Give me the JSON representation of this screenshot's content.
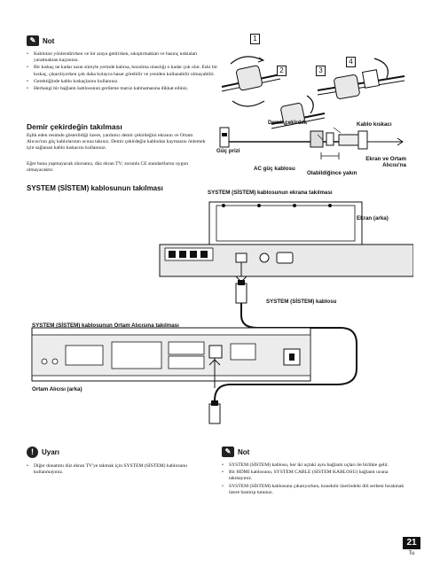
{
  "note_top": {
    "title": "Not",
    "items": [
      "Kabloları yönlendirirken ve bir araya getirirken, sıkıştırmaktan ve basınç noktaları yaratmaktan kaçınınız.",
      "Bir kıskaç ne kadar uzun süreyle yerinde kalırsa, bozulma olasılığı o kadar çok olur. Eski bir kıskaç, çıkarılıyorken çok daha kolayca hasar görebilir ve yeniden kullanabilir olmayabilir.",
      "Gerektiğinde kablo kıskaçlarını kullanınız.",
      "Herhangi bir bağlantı kablosunun gerileme maruz kalmamasına dikkat ediniz."
    ]
  },
  "demir": {
    "heading": "Demir çekirdeğin takılması",
    "para1": "Eşlik eden resimde gösterildiği üzere, yardımcı demir çekirdeğini ekranın ve Ortam Alıcısı'nın güç kablolarının ucuna takınız. Demir çekirdeğin kablodan kaymasını önlemek için sağlanan kablo kıskacını kullanınız.",
    "para2": "Eğer buna yapmayacak olursanız, düz ekran TV; zorunlu CE standartlarını uygun olmayacaktır."
  },
  "system_heading": "SYSTEM (SİSTEM) kablosunun takılması",
  "fig_top": {
    "steps": [
      "1",
      "2",
      "3",
      "4"
    ],
    "labels": {
      "demir": "Demir çekirdek",
      "kiskac": "Kablo kıskacı",
      "guc": "Güç prizi",
      "ac": "AC güç kablosu",
      "yakin": "Olabildiğince yakın",
      "ekran_ortam": "Ekran ve Ortam Alıcısı'na"
    }
  },
  "fig_main": {
    "label_display_conn": "SYSTEM (SİSTEM) kablosunun ekrana takılması",
    "label_display_back": "Ekran (arka)",
    "label_cable": "SYSTEM (SİSTEM) kablosu",
    "label_receiver_conn": "SYSTEM (SİSTEM) kablosunun Ortam Alıcısına takılması",
    "label_receiver_back": "Ortam Alıcısı (arka)"
  },
  "warning": {
    "title": "Uyarı",
    "items": [
      "Diğer donatımı düz ekran TV'ye takmak için SYSTEM (SİSTEM) kablosunu kullanmayınız."
    ]
  },
  "note_bottom": {
    "title": "Not",
    "items": [
      "SYSTEM (SİSTEM) kablosu, her iki uçtaki aynı bağlantı uçları ile birlikte gelir.",
      "Bir HDMI kablosunu, SYSTEM CABLE (SİSTEM KABLOSU) bağlantı ucuna takmayınız.",
      "SYSTEM (SİSTEM) kablosunu çıkarıyorken, konektör üzerindeki dili serbest bırakmak üzere bastırıp tutunuz."
    ]
  },
  "page": {
    "number": "21",
    "lang": "Tu"
  }
}
